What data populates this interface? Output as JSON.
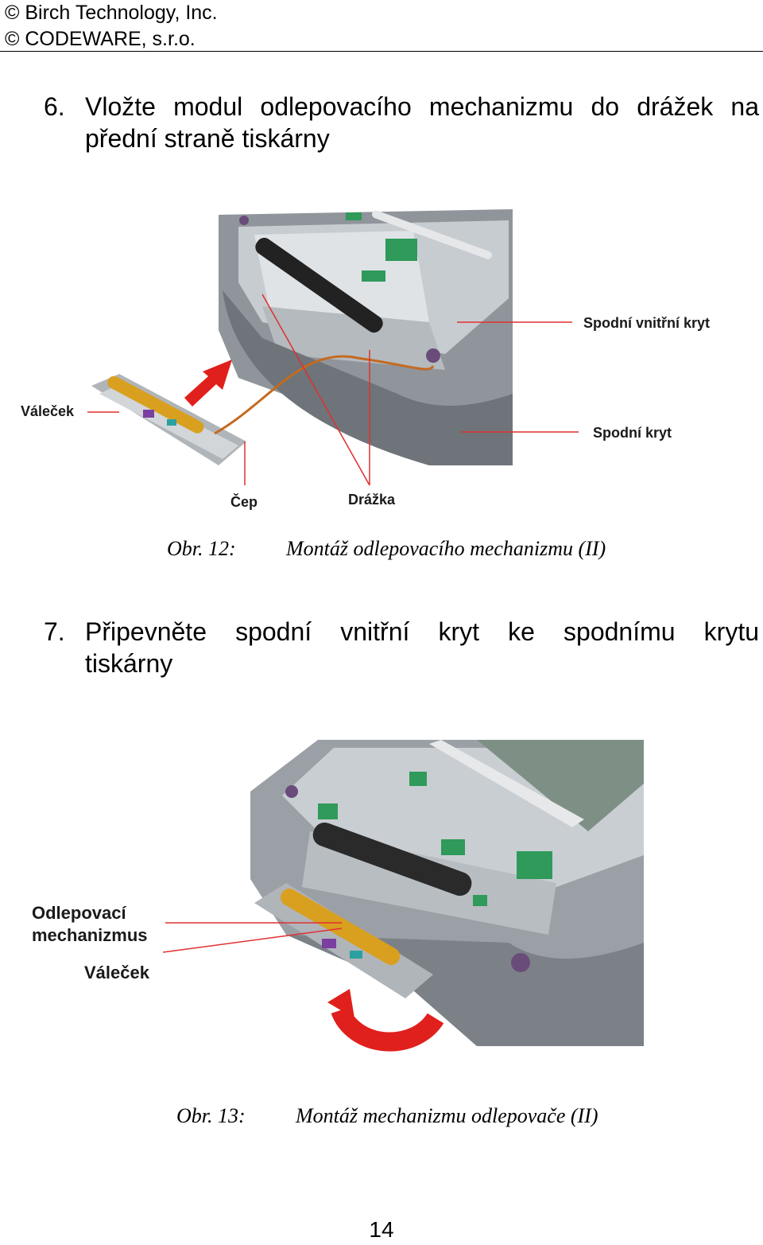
{
  "header": {
    "line1": "© Birch Technology,  Inc.",
    "line2": "© CODEWARE, s.r.o."
  },
  "steps": [
    {
      "num": "6.",
      "line1": "Vložte modul odlepovacího mechanizmu do drážek na",
      "line2": "přední straně tiskárny"
    },
    {
      "num": "7.",
      "line1": "Připevněte spodní vnitřní kryt ke spodnímu krytu",
      "line2": "tiskárny"
    }
  ],
  "figure1": {
    "labels": {
      "inner_cover": "Spodní vnitřní kryt",
      "bottom_cover": "Spodní kryt",
      "roller": "Váleček",
      "pin": "Čep",
      "groove": "Drážka"
    },
    "caption_num": "Obr. 12:",
    "caption_text": "Montáž odlepovacího mechanizmu (II)"
  },
  "figure2": {
    "labels": {
      "peel_line1": "Odlepovací",
      "peel_line2": "mechanizmus",
      "roller": "Váleček"
    },
    "caption_num": "Obr. 13:",
    "caption_text": "Montáž mechanizmu odlepovače (II)"
  },
  "page_number": "14",
  "colors": {
    "leader": "#e03030",
    "arrow": "#e0201c",
    "printer_gray": "#9aa0a6",
    "green": "#2f9a5a",
    "roller": "#d9a020"
  }
}
